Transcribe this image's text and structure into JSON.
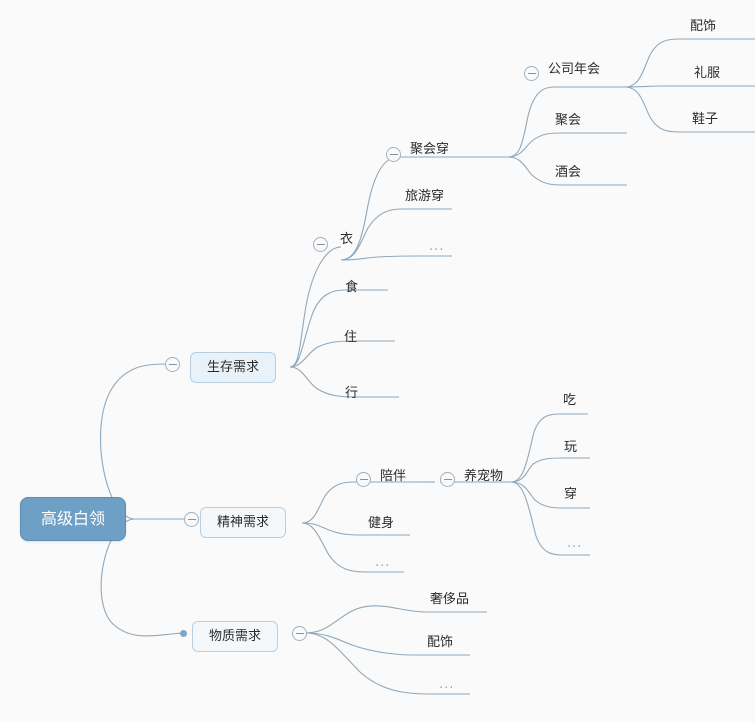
{
  "canvas": {
    "background": "#fafafa",
    "line_color": "#8fa8bb",
    "accent": "#6e9fc4",
    "node_border": "#b9cfe0"
  },
  "root": {
    "label": "高级白领"
  },
  "branches": [
    {
      "id": "survival",
      "label": "生存需求",
      "collapsed": false,
      "children": [
        {
          "id": "clothing",
          "label": "衣",
          "collapsed": false,
          "children": [
            {
              "id": "party-wear",
              "label": "聚会穿",
              "collapsed": false,
              "children": [
                {
                  "id": "annual-meeting",
                  "label": "公司年会",
                  "collapsed": false,
                  "children": [
                    {
                      "id": "accessories-1",
                      "label": "配饰"
                    },
                    {
                      "id": "formal-dress",
                      "label": "礼服"
                    },
                    {
                      "id": "shoes",
                      "label": "鞋子"
                    }
                  ]
                },
                {
                  "id": "gathering",
                  "label": "聚会"
                },
                {
                  "id": "cocktail",
                  "label": "酒会"
                }
              ]
            },
            {
              "id": "travel-wear",
              "label": "旅游穿"
            },
            {
              "id": "clothing-more",
              "label": "...",
              "ellipsis": true
            }
          ]
        },
        {
          "id": "food",
          "label": "食"
        },
        {
          "id": "housing",
          "label": "住"
        },
        {
          "id": "transport",
          "label": "行"
        }
      ]
    },
    {
      "id": "spiritual",
      "label": "精神需求",
      "collapsed": false,
      "children": [
        {
          "id": "companionship",
          "label": "陪伴",
          "collapsed": false,
          "children": [
            {
              "id": "pets",
              "label": "养宠物",
              "collapsed": false,
              "children": [
                {
                  "id": "pet-eat",
                  "label": "吃"
                },
                {
                  "id": "pet-play",
                  "label": "玩"
                },
                {
                  "id": "pet-wear",
                  "label": "穿"
                },
                {
                  "id": "pet-more",
                  "label": "...",
                  "ellipsis": true
                }
              ]
            }
          ]
        },
        {
          "id": "fitness",
          "label": "健身"
        },
        {
          "id": "spiritual-more",
          "label": "...",
          "ellipsis": true
        }
      ]
    },
    {
      "id": "material",
      "label": "物质需求",
      "collapsed": false,
      "children": [
        {
          "id": "luxury",
          "label": "奢侈品"
        },
        {
          "id": "accessories-2",
          "label": "配饰"
        },
        {
          "id": "material-more",
          "label": "...",
          "ellipsis": true
        }
      ]
    }
  ],
  "icons": {
    "collapse": "minus-circle-icon",
    "bullet": "dot-marker"
  }
}
